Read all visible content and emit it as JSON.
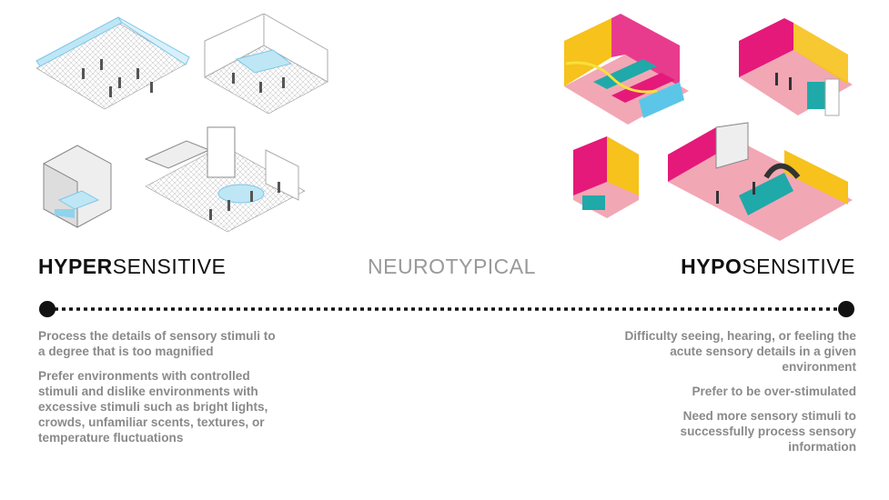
{
  "spectrum": {
    "left": {
      "bold": "HYPER",
      "light": "SENSITIVE"
    },
    "middle": "NEUROTYPICAL",
    "right": {
      "bold": "HYPO",
      "light": "SENSITIVE"
    }
  },
  "hypersensitive": {
    "descriptions": [
      "Process the details of sensory stimuli to a degree that is too magnified",
      "Prefer environments with controlled stimuli and dislike environments with excessive stimuli such as bright lights, crowds, unfamiliar scents, textures, or temperature fluctuations"
    ]
  },
  "hyposensitive": {
    "descriptions": [
      "Difficulty seeing, hearing, or feeling the acute sensory details in a given environment",
      "Prefer to be over-stimulated",
      "Need more sensory stimuli to successfully process sensory information"
    ]
  },
  "colors": {
    "hyper_accent": "#8fd3ee",
    "hypo_floor": "#f2a7b5",
    "hypo_pink": "#e5197a",
    "hypo_yellow": "#f6c21b",
    "hypo_teal": "#1fa9a9",
    "text_gray": "#8a8a8a"
  }
}
